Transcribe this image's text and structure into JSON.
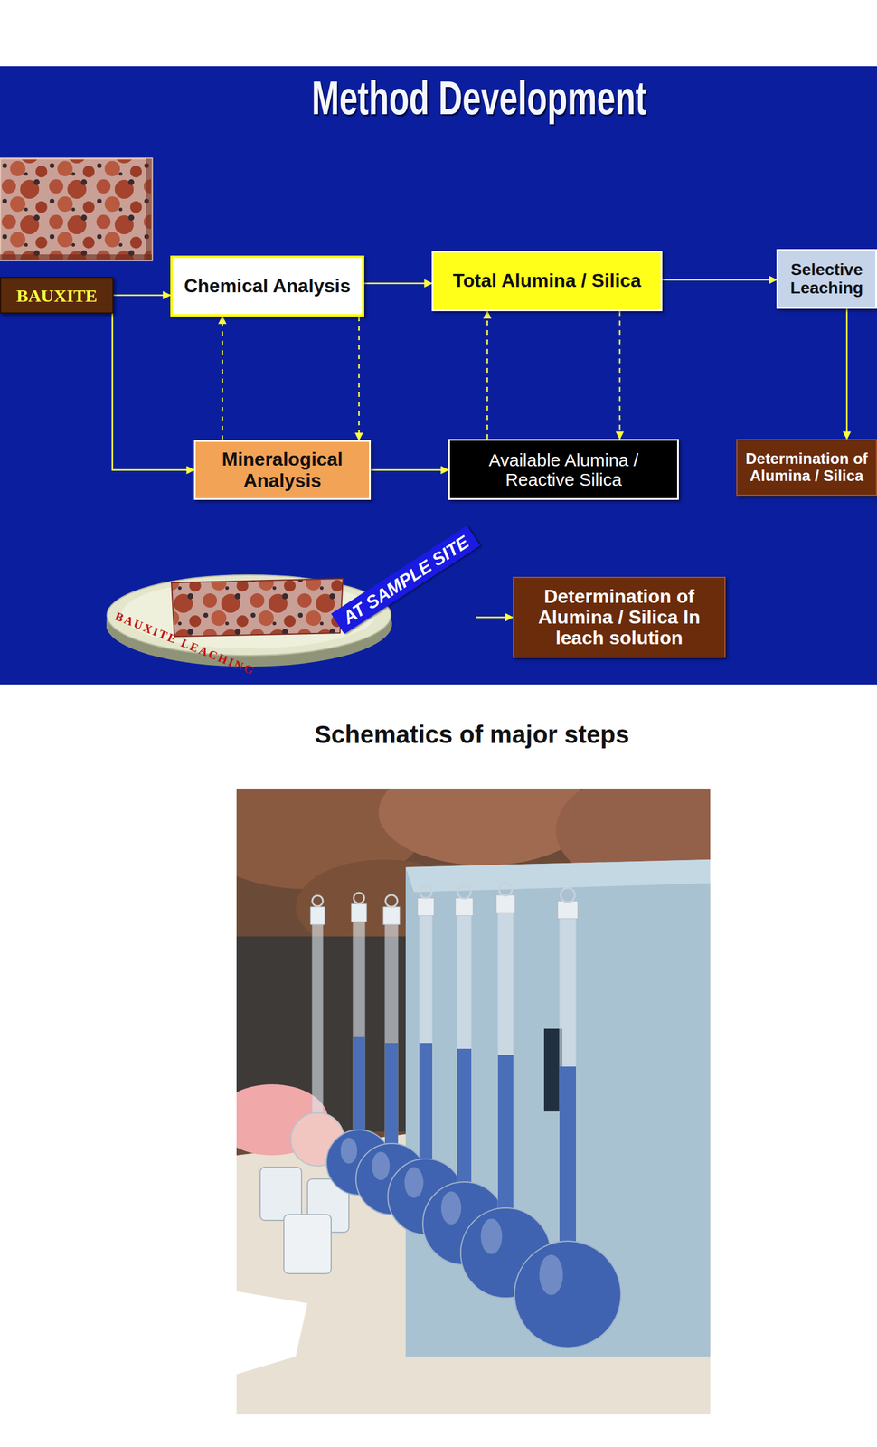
{
  "diagram": {
    "title": "Method Development",
    "caption": "Schematics of major steps",
    "nodes": [
      {
        "text": [
          "BAUXITE"
        ]
      },
      {
        "text": [
          "Chemical Analysis"
        ]
      },
      {
        "text": [
          "Total Alumina / Silica"
        ]
      },
      {
        "text": [
          "Selective Leaching"
        ]
      },
      {
        "text": [
          "Mineralogical Analysis"
        ]
      },
      {
        "text": [
          "Available Alumina / Reactive Silica"
        ]
      },
      {
        "text": [
          "Determination of Alumina / Silica"
        ]
      },
      {
        "text": [
          "BAUXITE LEACHING",
          "AT SAMPLE SITE"
        ]
      },
      {
        "text": [
          "Determination of Alumina / Silica In leach solution"
        ]
      }
    ],
    "edges": [
      {
        "from": 0,
        "to": 1,
        "arrow": "to"
      },
      {
        "from": 0,
        "to": 4,
        "arrow": "to"
      },
      {
        "from": 1,
        "to": 2,
        "arrow": "to"
      },
      {
        "from": 2,
        "to": 3,
        "arrow": "to"
      },
      {
        "from": 4,
        "to": 1,
        "arrow": "to"
      },
      {
        "from": 1,
        "to": 4,
        "arrow": "to"
      },
      {
        "from": 4,
        "to": 5,
        "arrow": "to"
      },
      {
        "from": 5,
        "to": 2,
        "arrow": "to"
      },
      {
        "from": 2,
        "to": 5,
        "arrow": "to"
      },
      {
        "from": 3,
        "to": 6,
        "arrow": "to"
      },
      {
        "from": 7,
        "to": 8,
        "arrow": "to"
      }
    ]
  }
}
